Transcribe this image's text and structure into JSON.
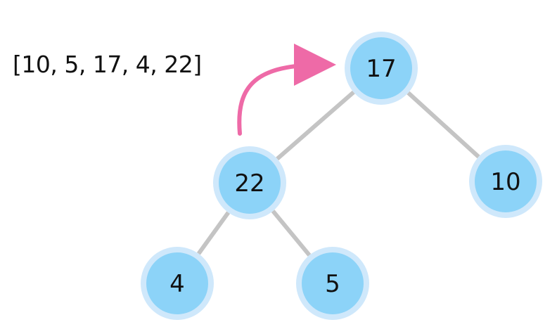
{
  "array_label": "[10, 5, 17, 4, 22]",
  "colors": {
    "node_fill": "#8cd3f8",
    "node_ring": "#cfe8fb",
    "edge": "#c4c4c4",
    "arrow": "#ee6aa7",
    "text": "#111111"
  },
  "nodes": [
    {
      "id": "n17",
      "value": "17"
    },
    {
      "id": "n22",
      "value": "22"
    },
    {
      "id": "n10",
      "value": "10"
    },
    {
      "id": "n4",
      "value": "4"
    },
    {
      "id": "n5",
      "value": "5"
    }
  ],
  "edges": [
    {
      "from": "n17",
      "to": "n22"
    },
    {
      "from": "n17",
      "to": "n10"
    },
    {
      "from": "n22",
      "to": "n4"
    },
    {
      "from": "n22",
      "to": "n5"
    }
  ],
  "arrow": {
    "from": "n22",
    "to": "n17"
  }
}
